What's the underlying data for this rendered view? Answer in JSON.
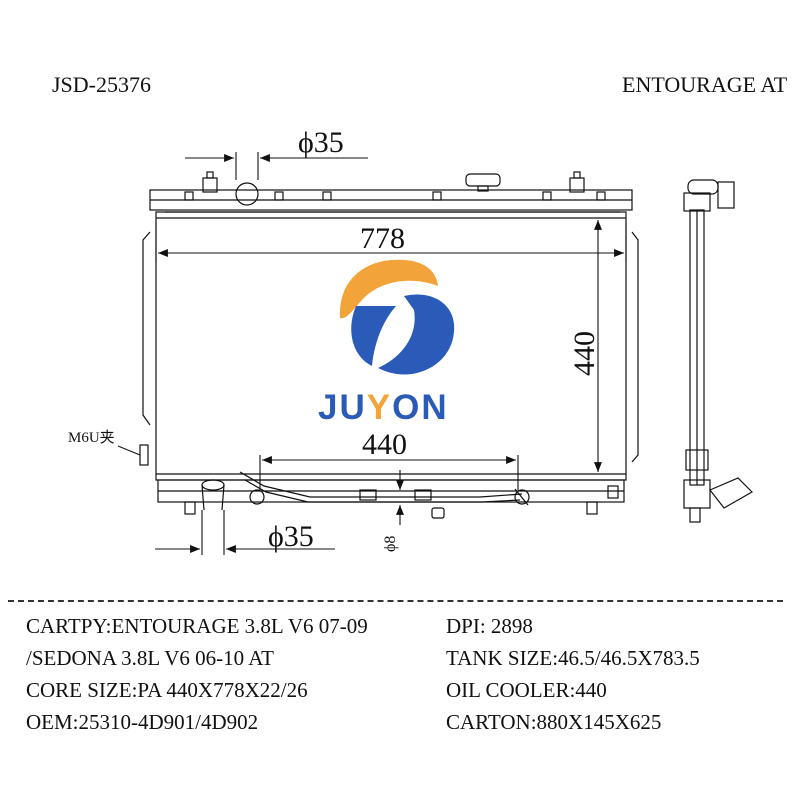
{
  "header": {
    "part_no": "JSD-25376",
    "model": "ENTOURAGE   AT"
  },
  "dimensions": {
    "top_pipe": "ϕ35",
    "width": "778",
    "height": "440",
    "cooler_span": "440",
    "bottom_pipe": "ϕ35",
    "cooler_pipe": "ϕ8",
    "clip_label": "M6U夹"
  },
  "logo": {
    "part1": "JU",
    "part2": "Y",
    "part3": "ON",
    "colors": {
      "blue": "#2a5bb8",
      "orange": "#f2a43a"
    }
  },
  "specs": {
    "cartpy": "CARTPY:ENTOURAGE 3.8L V6 07-09",
    "cartpy2": "/SEDONA 3.8L V6 06-10 AT",
    "core_size": "CORE SIZE:PA 440X778X22/26",
    "oem": "OEM:25310-4D901/4D902",
    "dpi": "DPI: 2898",
    "tank_size": "TANK SIZE:46.5/46.5X783.5",
    "oil_cooler": "OIL COOLER:440",
    "carton": "CARTON:880X145X625"
  }
}
